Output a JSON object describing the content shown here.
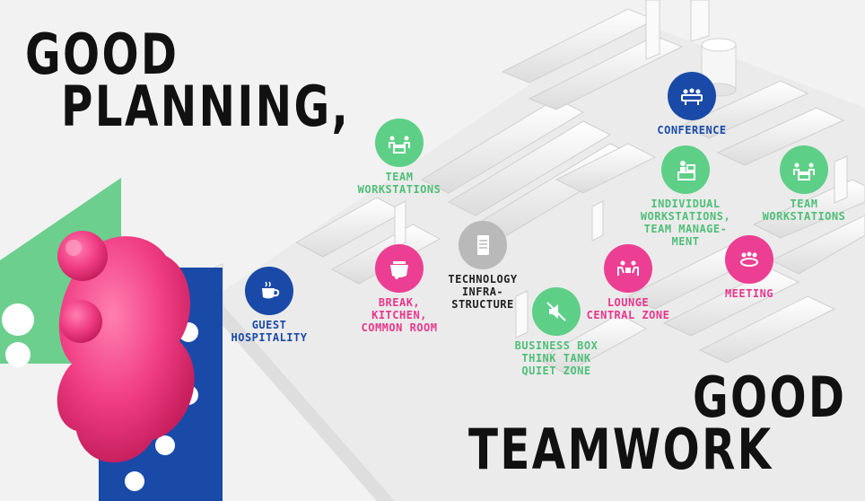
{
  "headline": {
    "line1": "GOOD",
    "line2": "PLANNING,",
    "line3": "GOOD",
    "line4": "TEAMWORK"
  },
  "zones": {
    "conference": {
      "label": "CONFERENCE",
      "icon": "conference-table-icon",
      "color": "#1a4aa8"
    },
    "team_workstations_left": {
      "label": "TEAM\nWORKSTATIONS",
      "icon": "team-desk-icon",
      "color": "#5ecf87"
    },
    "individual_workstations": {
      "label": "INDIVIDUAL\nWORKSTATIONS,\nTEAM MANAGE-\nMENT",
      "icon": "individual-desk-icon",
      "color": "#5ecf87"
    },
    "team_workstations_right": {
      "label": "TEAM\nWORKSTATIONS",
      "icon": "team-desk-icon",
      "color": "#5ecf87"
    },
    "technology": {
      "label": "TECHNOLOGY\nINFRA-\nSTRUCTURE",
      "icon": "server-icon",
      "color": "#b9b9b9"
    },
    "break_kitchen": {
      "label": "BREAK,\nKITCHEN,\nCOMMON ROOM",
      "icon": "kettle-icon",
      "color": "#ec3f93"
    },
    "lounge": {
      "label": "LOUNGE\nCENTRAL ZONE",
      "icon": "lounge-icon",
      "color": "#ec3f93"
    },
    "meeting": {
      "label": "MEETING",
      "icon": "meeting-icon",
      "color": "#ec3f93"
    },
    "guest": {
      "label": "GUEST\nHOSPITALITY",
      "icon": "coffee-cup-icon",
      "color": "#1a4aa8"
    },
    "business_box": {
      "label": "BUSINESS BOX\nTHINK TANK\nQUIET ZONE",
      "icon": "muted-speaker-icon",
      "color": "#5ecf87"
    }
  },
  "colors": {
    "green": "#5ecf87",
    "pink": "#ec3f93",
    "blue": "#1a4aa8",
    "gray": "#b9b9b9",
    "text": "#111111"
  }
}
